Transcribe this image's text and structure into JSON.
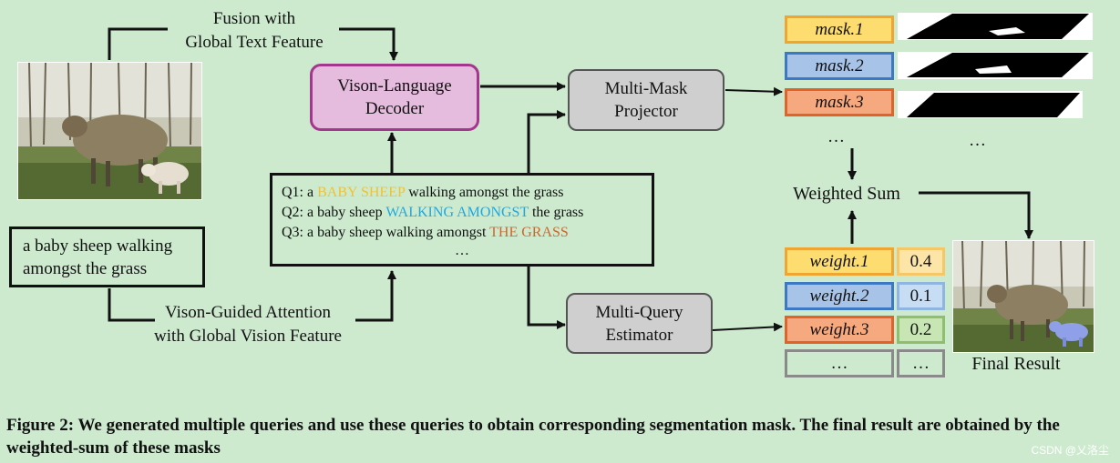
{
  "top_label": [
    "Fusion with",
    "Global Text Feature"
  ],
  "bottom_label": [
    "Vison-Guided Attention",
    "with Global Vision Feature"
  ],
  "input_text": [
    "a baby sheep walking",
    "amongst the grass"
  ],
  "decoder": [
    "Vison-Language",
    "Decoder"
  ],
  "projector": [
    "Multi-Mask",
    "Projector"
  ],
  "estimator": [
    "Multi-Query",
    "Estimator"
  ],
  "queries": [
    {
      "prefix": "Q1: a ",
      "highlight": "BABY SHEEP",
      "suffix": " walking amongst the grass",
      "color": "#f2c12e"
    },
    {
      "prefix": "Q2: a baby sheep ",
      "highlight": "WALKING AMONGST",
      "suffix": " the grass",
      "color": "#1fa8e0"
    },
    {
      "prefix": "Q3: a baby sheep walking amongst ",
      "highlight": "THE GRASS",
      "suffix": "",
      "color": "#d0662b"
    }
  ],
  "queries_ellipsis": "…",
  "masks": [
    {
      "label": "mask.1",
      "fill": "#fddc70",
      "border": "#f0a531"
    },
    {
      "label": "mask.2",
      "fill": "#a7c4e8",
      "border": "#3d78c5"
    },
    {
      "label": "mask.3",
      "fill": "#f6a97f",
      "border": "#e0642a"
    }
  ],
  "mask_ellipsis": "…",
  "mask_image_ellipsis": "…",
  "weighted_sum": "Weighted Sum",
  "weights": [
    {
      "label": "weight.1",
      "value": "0.4",
      "fill": "#fddc70",
      "border": "#f0a531",
      "vfill": "#fde5a8",
      "vborder": "#f6c766"
    },
    {
      "label": "weight.2",
      "value": "0.1",
      "fill": "#a7c4e8",
      "border": "#3d78c5",
      "vfill": "#c6ddf3",
      "vborder": "#8fb5e0"
    },
    {
      "label": "weight.3",
      "value": "0.2",
      "fill": "#f6a97f",
      "border": "#e0642a",
      "vfill": "#c8e6b4",
      "vborder": "#8fbf6e"
    }
  ],
  "weight_ellipsis": "…",
  "value_ellipsis": "…",
  "final_result": "Final Result",
  "caption": "Figure 2: We generated multiple queries and use these queries to obtain corresponding segmentation mask. The final result are obtained by the weighted-sum of these masks",
  "watermark": "CSDN @乂洛尘"
}
